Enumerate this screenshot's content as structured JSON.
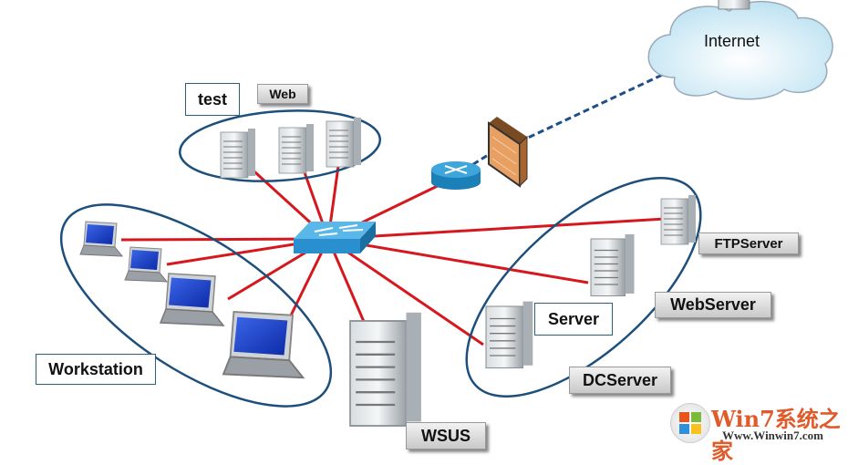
{
  "diagram": {
    "cloud_label": "Internet",
    "group_labels": {
      "test": "test",
      "workstation": "Workstation",
      "server": "Server"
    },
    "device_labels": {
      "web": "Web",
      "ftp": "FTPServer",
      "webserver": "WebServer",
      "dc": "DCServer",
      "wsus": "WSUS"
    },
    "colors": {
      "link": "#d6181e",
      "group_ellipse": "#1d4f7c",
      "wan_link": "#1d4f8c",
      "switch": "#2a8fcf"
    }
  },
  "watermark": {
    "brand": "Win7系统之家",
    "url": "Www.Winwin7.com"
  }
}
